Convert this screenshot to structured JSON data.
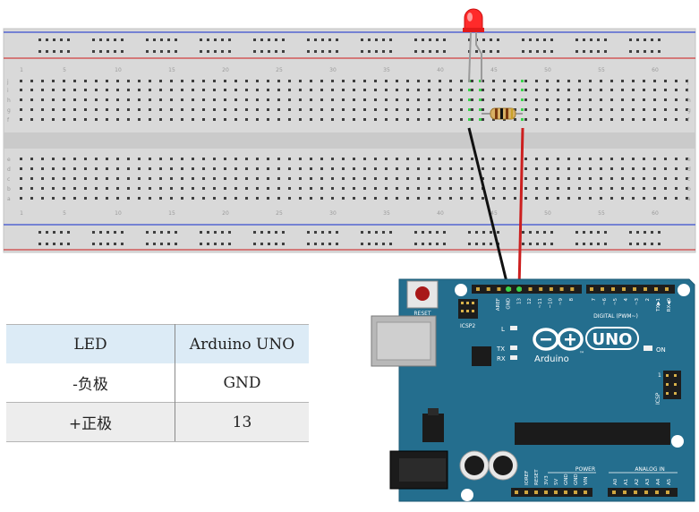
{
  "breadboard": {
    "top_letters": [
      "j",
      "i",
      "h",
      "g",
      "f"
    ],
    "bottom_letters": [
      "e",
      "d",
      "c",
      "b",
      "a"
    ],
    "column_numbers": [
      "1",
      "5",
      "10",
      "15",
      "20",
      "25",
      "30",
      "35",
      "40",
      "45",
      "50",
      "55",
      "60"
    ]
  },
  "board": {
    "reset_label": "RESET",
    "icsp2_label": "ICSP2",
    "l_label": "L",
    "tx_label": "TX",
    "rx_label": "RX",
    "on_label": "ON",
    "icsp_label": "ICSP",
    "icsp_pin1": "1",
    "digital_label": "DIGITAL (PWM~)",
    "power_label": "POWER",
    "analog_label": "ANALOG IN",
    "brand": "Arduino",
    "tm": "™",
    "model": "UNO",
    "digital_pins": [
      "AREF",
      "GND",
      "13",
      "12",
      "~11",
      "~10",
      "~9",
      "8",
      "7",
      "~6",
      "~5",
      "4",
      "~3",
      "2",
      "TX▶1",
      "RX◀0"
    ],
    "power_pins": [
      "IOREF",
      "RESET",
      "3V3",
      "5V",
      "GND",
      "GND",
      "VIN"
    ],
    "analog_pins": [
      "A0",
      "A1",
      "A2",
      "A3",
      "A4",
      "A5"
    ]
  },
  "table": {
    "headers": [
      "LED",
      "Arduino UNO"
    ],
    "rows": [
      [
        "-负极",
        "GND"
      ],
      [
        "+正极",
        "13"
      ]
    ]
  },
  "colors": {
    "board": "#246e8e",
    "breadboard": "#d9d9d9",
    "wire_gnd": "#111111",
    "wire_signal": "#cc1f1f",
    "led": "#ff2a2a",
    "rail_blue": "#3a4fd0",
    "rail_red": "#d04040"
  }
}
